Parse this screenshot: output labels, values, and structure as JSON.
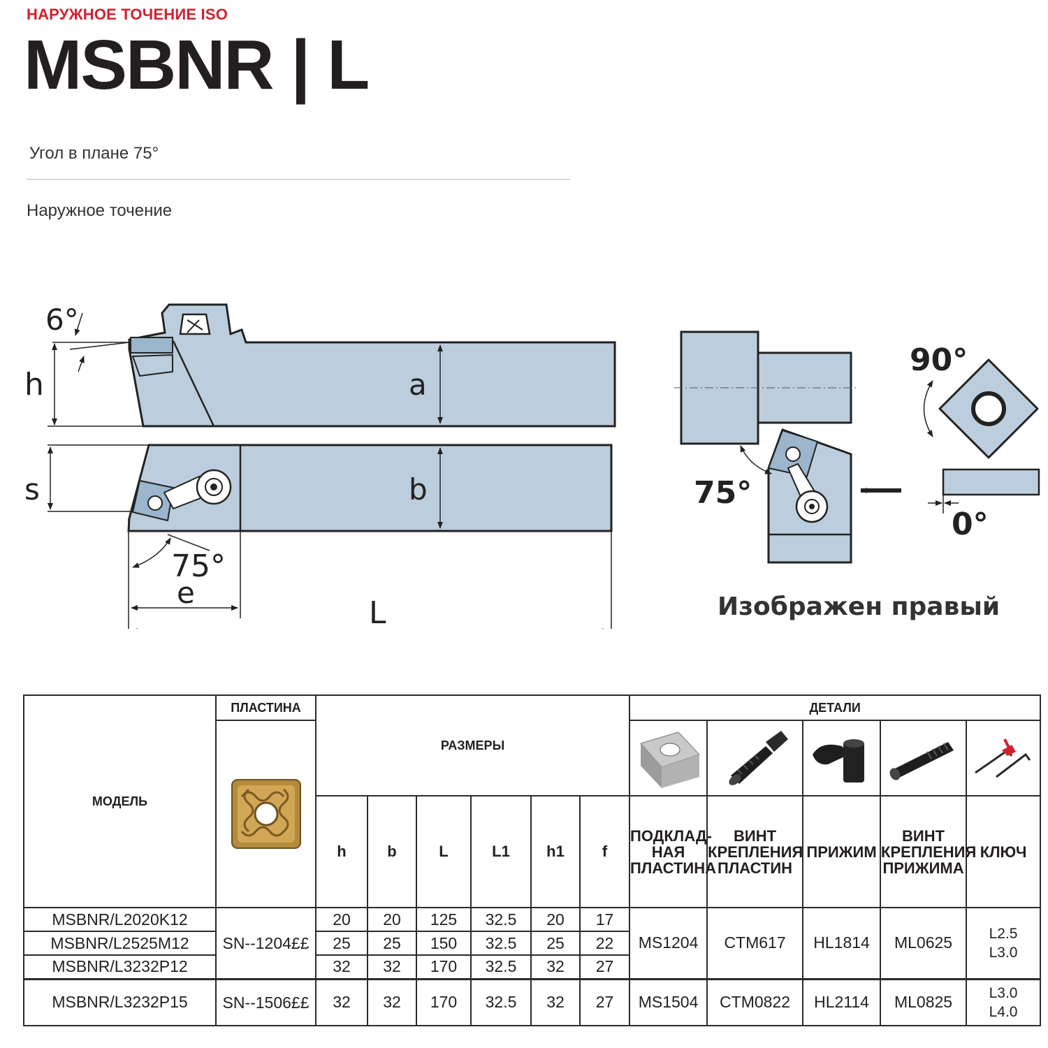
{
  "header": {
    "category": "НАРУЖНОЕ ТОЧЕНИЕ ISO",
    "title": "MSBNR | L",
    "subtitle": "Угол в плане 75°",
    "operation": "Наружное точение"
  },
  "drawing": {
    "labels": {
      "angle_6": "6°",
      "h": "h",
      "a": "a",
      "s": "s",
      "b": "b",
      "angle_75_side": "75°",
      "e": "e",
      "L": "L",
      "angle_75_front": "75°",
      "angle_90": "90°",
      "angle_0": "0°"
    },
    "caption": "Изображен правый"
  },
  "table": {
    "headers": {
      "model": "МОДЕЛЬ",
      "insert": "ПЛАСТИНА",
      "dimensions": "РАЗМЕРЫ",
      "parts": "ДЕТАЛИ",
      "dim_cols": [
        "h",
        "b",
        "L",
        "L1",
        "h1",
        "f"
      ],
      "part_cols": [
        "ПОДКЛАД-НАЯ ПЛАСТИНА",
        "ВИНТ КРЕПЛЕНИЯ ПЛАСТИН",
        "ПРИЖИМ",
        "ВИНТ КРЕПЛЕНИЯ ПРИЖИМА",
        "КЛЮЧ"
      ]
    },
    "part_icons": [
      "shim-plate-icon",
      "insert-screw-icon",
      "clamp-icon",
      "clamp-screw-icon",
      "key-icon"
    ],
    "groups": [
      {
        "insert": "SN--1204££",
        "rows": [
          {
            "model": "MSBNR/L2020K12",
            "h": "20",
            "b": "20",
            "L": "125",
            "L1": "32.5",
            "h1": "20",
            "f": "17"
          },
          {
            "model": "MSBNR/L2525M12",
            "h": "25",
            "b": "25",
            "L": "150",
            "L1": "32.5",
            "h1": "25",
            "f": "22"
          },
          {
            "model": "MSBNR/L3232P12",
            "h": "32",
            "b": "32",
            "L": "170",
            "L1": "32.5",
            "h1": "32",
            "f": "27"
          }
        ],
        "shim": "MS1204",
        "screw": "CTM617",
        "clamp": "HL1814",
        "clamp_screw": "ML0625",
        "key": "L2.5 L3.0"
      },
      {
        "insert": "SN--1506££",
        "rows": [
          {
            "model": "MSBNR/L3232P15",
            "h": "32",
            "b": "32",
            "L": "170",
            "L1": "32.5",
            "h1": "32",
            "f": "27"
          }
        ],
        "shim": "MS1504",
        "screw": "CTM0822",
        "clamp": "HL2114",
        "clamp_screw": "ML0825",
        "key": "L3.0 L4.0"
      }
    ]
  }
}
